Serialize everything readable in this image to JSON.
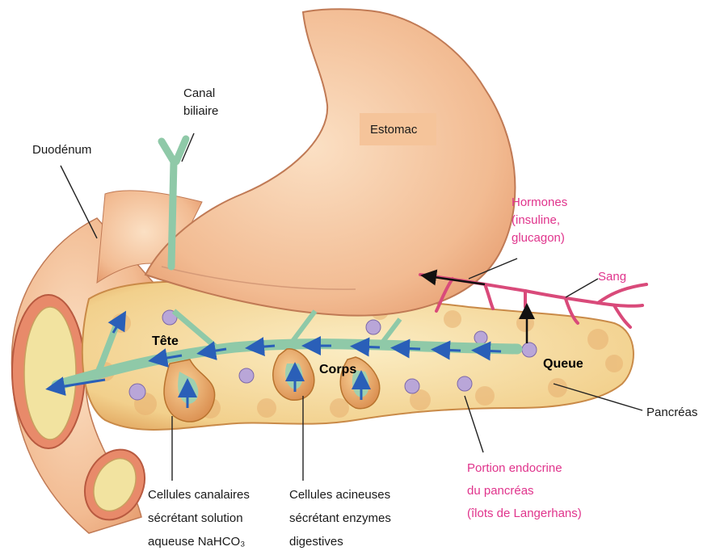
{
  "labels": {
    "canal_biliaire": [
      "Canal",
      "biliaire"
    ],
    "duodenum": "Duodénum",
    "estomac": "Estomac",
    "hormones": [
      "Hormones",
      "(insuline,",
      "glucagon)"
    ],
    "sang": "Sang",
    "tete": "Tête",
    "corps": "Corps",
    "queue": "Queue",
    "pancreas": "Pancréas",
    "cellules_canalaires": [
      "Cellules canalaires",
      "sécrétant solution",
      "aqueuse NaHCO₃"
    ],
    "cellules_acineuses": [
      "Cellules acineuses",
      "sécrétant enzymes",
      "digestives"
    ],
    "portion_endocrine": [
      "Portion endocrine",
      "du pancréas",
      "(îlots de  Langerhans)"
    ]
  },
  "colors": {
    "stomach": "#f3c39e",
    "pancreas": "#f0d08a",
    "lobule": "#e8a060",
    "duct": "#8fc9a8",
    "arrow": "#2a5fb8",
    "blood": "#d94a7a",
    "islet": "#b9a6d8",
    "label_pink": "#e0348c"
  }
}
